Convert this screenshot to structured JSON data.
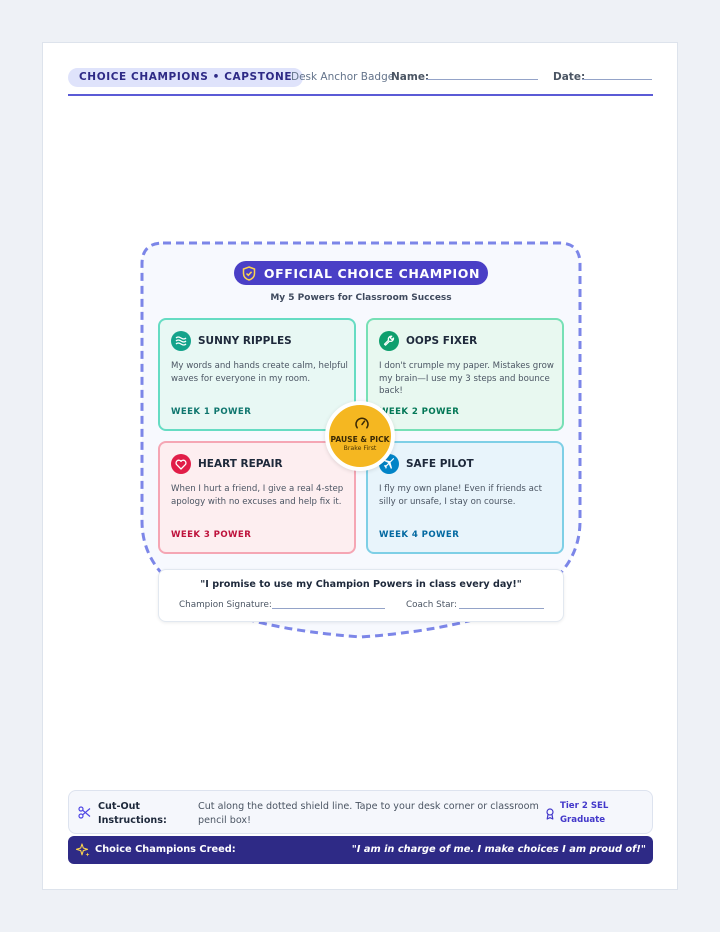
{
  "header": {
    "pill": "CHOICE CHAMPIONS • CAPSTONE",
    "subtitle": "Desk Anchor Badge",
    "name_label": "Name:",
    "date_label": "Date:"
  },
  "badge": {
    "title": "OFFICIAL CHOICE CHAMPION",
    "subtitle": "My 5 Powers for Classroom Success",
    "cards": [
      {
        "title": "SUNNY RIPPLES",
        "icon": "waves-icon",
        "body": "My words and hands create calm, helpful waves for everyone in my room.",
        "week": "WEEK 1 POWER",
        "color": "#0f766e"
      },
      {
        "title": "OOPS FIXER",
        "icon": "wrench-icon",
        "body": "I don't crumple my paper. Mistakes grow my brain—I use my 3 steps and bounce back!",
        "week": "WEEK 2 POWER",
        "color": "#059669"
      },
      {
        "title": "HEART REPAIR",
        "icon": "heart-icon",
        "body": "When I hurt a friend, I give a real 4-step apology with no excuses and help fix it.",
        "week": "WEEK 3 POWER",
        "color": "#be123c"
      },
      {
        "title": "SAFE PILOT",
        "icon": "plane-icon",
        "body": "I fly my own plane! Even if friends act silly or unsafe, I stay on course.",
        "week": "WEEK 4 POWER",
        "color": "#0369a1"
      }
    ],
    "center": {
      "title": "PAUSE & PICK",
      "subtitle": "Brake First",
      "icon": "gauge-icon"
    },
    "promise": {
      "quote": "\"I promise to use my Champion Powers in class every day!\"",
      "signature_label": "Champion Signature:",
      "coach_label": "Coach Star:"
    }
  },
  "footer": {
    "cut_label": "Cut-Out Instructions:",
    "cut_text": "Cut along the dotted shield line. Tape to your desk corner or classroom pencil box!",
    "tier": "Tier 2 SEL Graduate",
    "creed_label": "Choice Champions Creed:",
    "creed_quote": "\"I am in charge of me. I make choices I am proud of!\""
  }
}
